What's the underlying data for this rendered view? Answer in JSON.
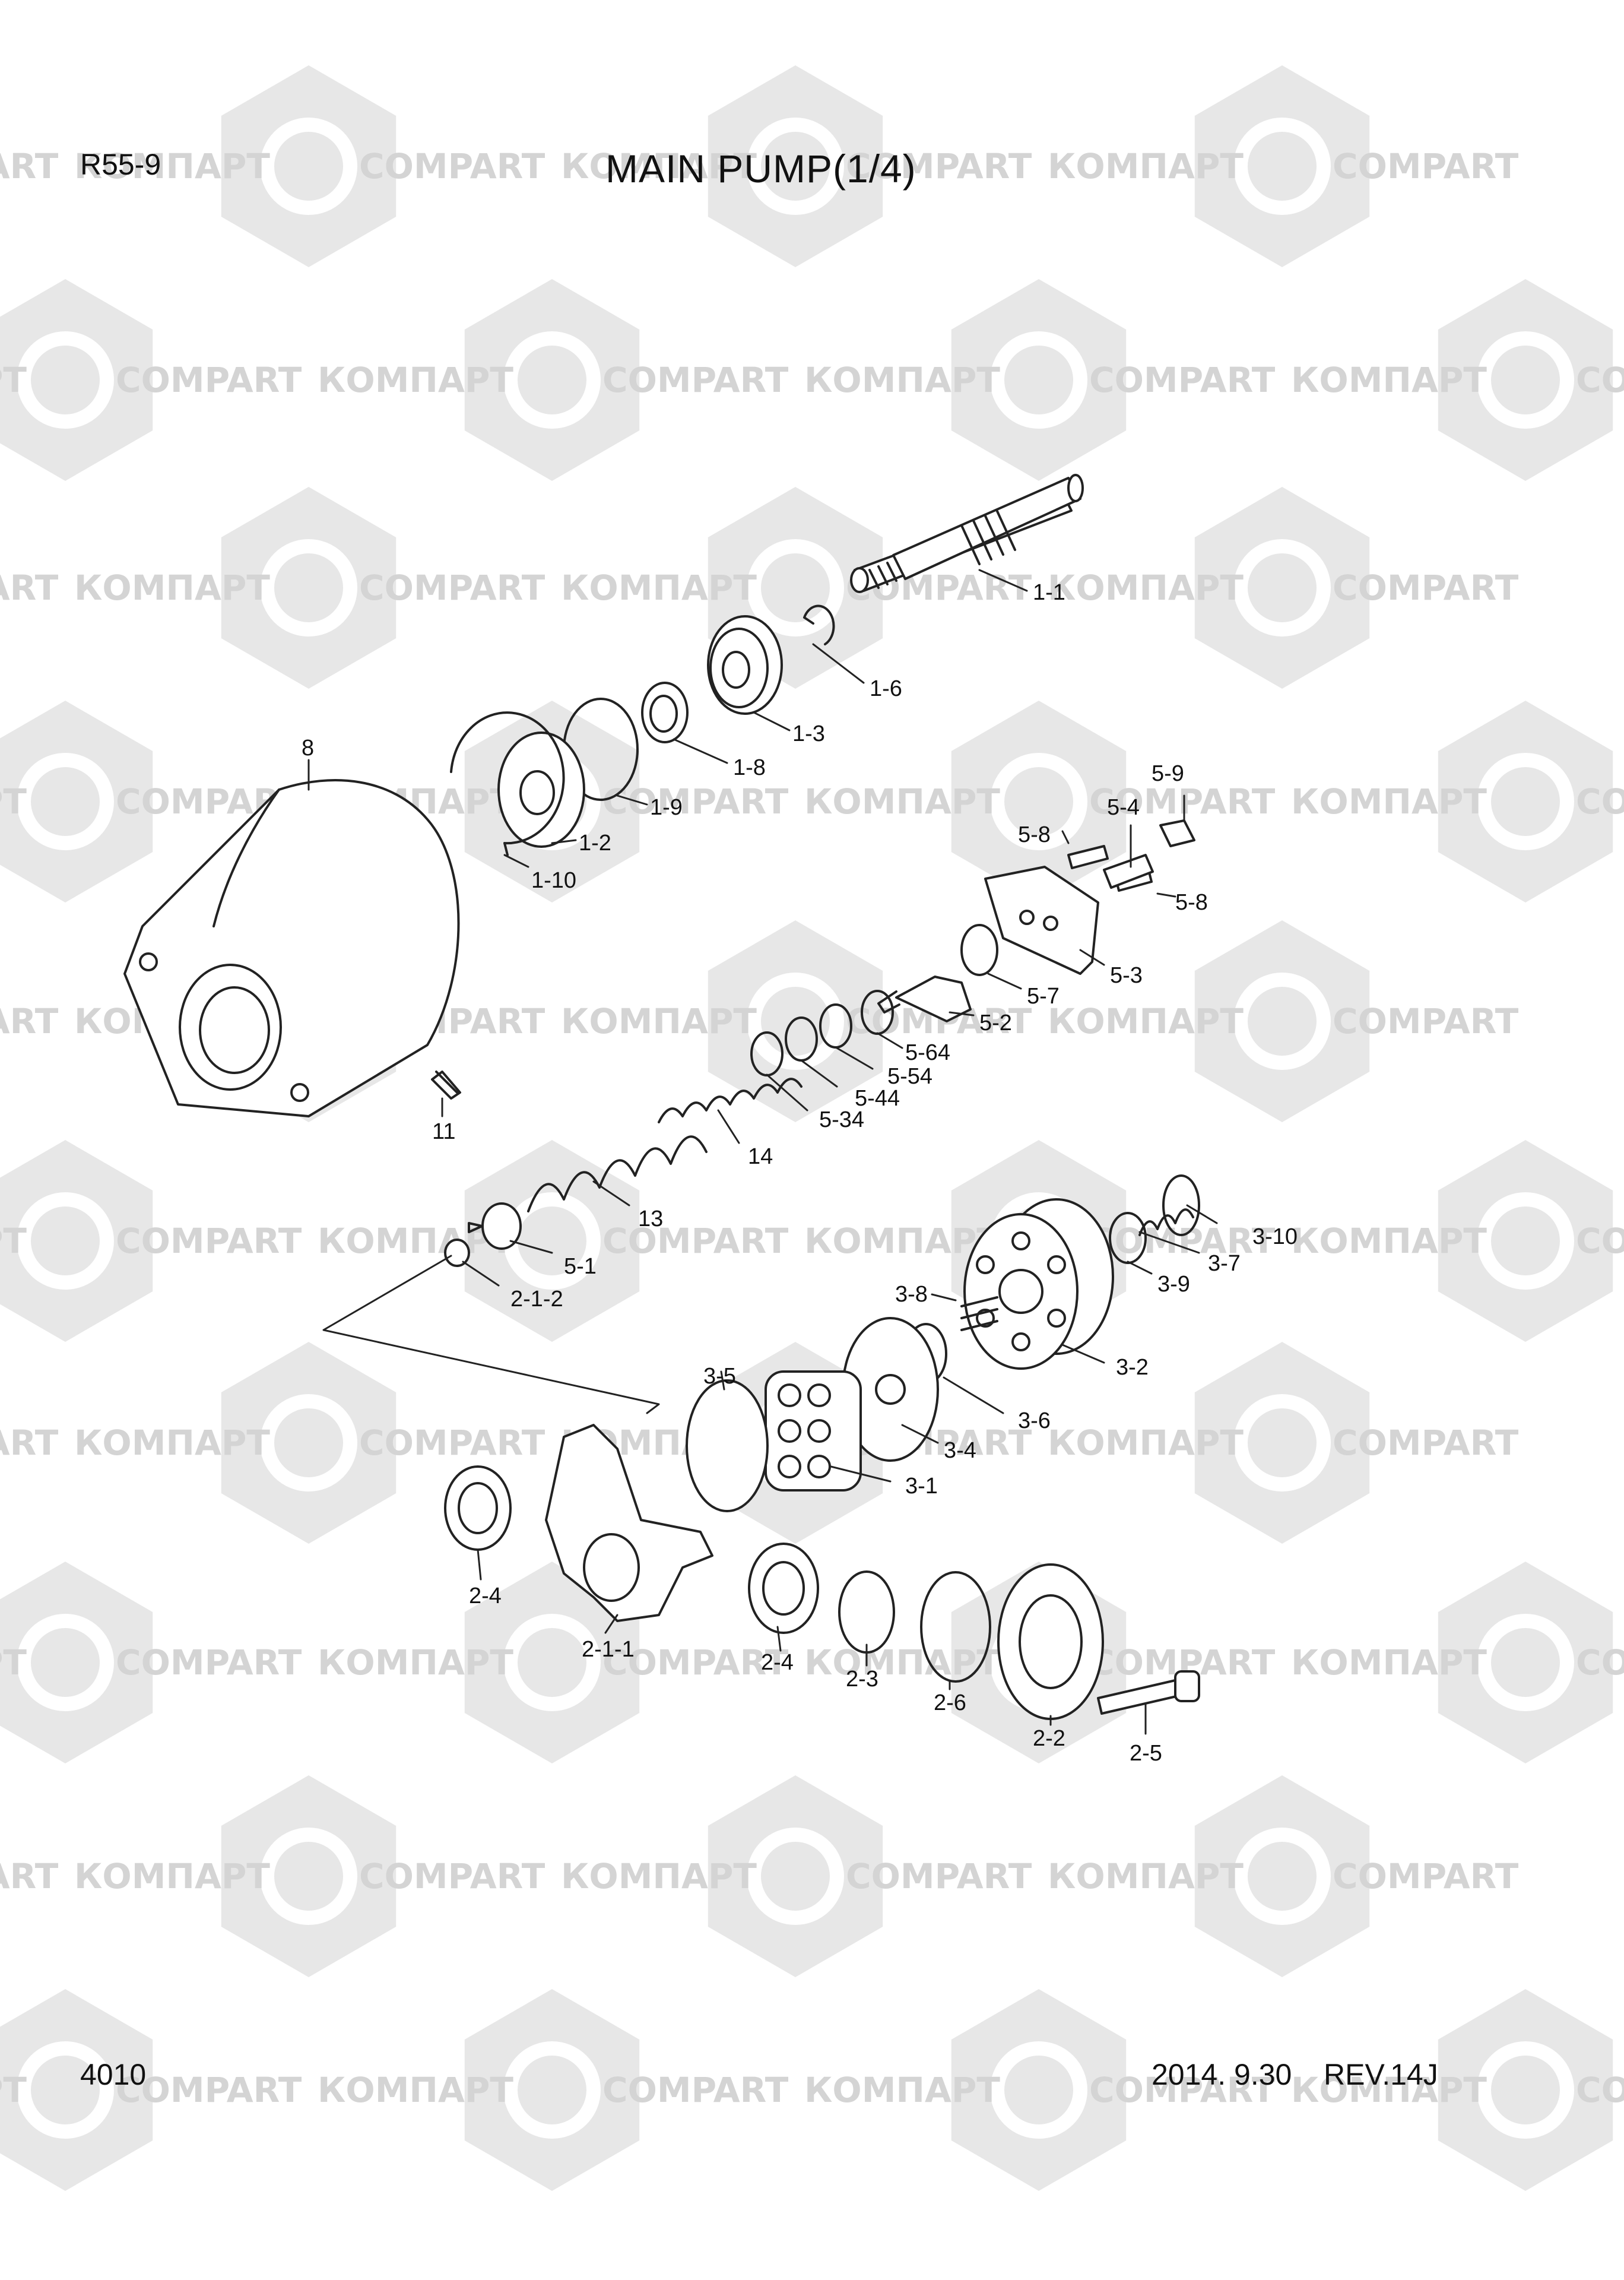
{
  "header": {
    "model": "R55-9",
    "title": "MAIN PUMP(1/4)"
  },
  "footer": {
    "page_number": "4010",
    "date": "2014. 9.30",
    "revision": "REV.14J"
  },
  "watermark": {
    "text_cyrillic": "КОМПАРТ",
    "text_latin": "COMPART",
    "color": "#d4d4d4"
  },
  "callouts": [
    "1-1",
    "1-6",
    "1-3",
    "1-8",
    "1-9",
    "1-2",
    "1-10",
    "8",
    "5-9",
    "5-4",
    "5-8",
    "5-8",
    "5-3",
    "5-7",
    "5-2",
    "5-64",
    "5-54",
    "5-44",
    "5-34",
    "14",
    "13",
    "5-1",
    "2-1-2",
    "11",
    "3-10",
    "3-7",
    "3-9",
    "3-8",
    "3-2",
    "3-6",
    "3-4",
    "3-5",
    "3-1",
    "2-4",
    "2-1-1",
    "2-4",
    "2-3",
    "2-6",
    "2-2",
    "2-5"
  ]
}
